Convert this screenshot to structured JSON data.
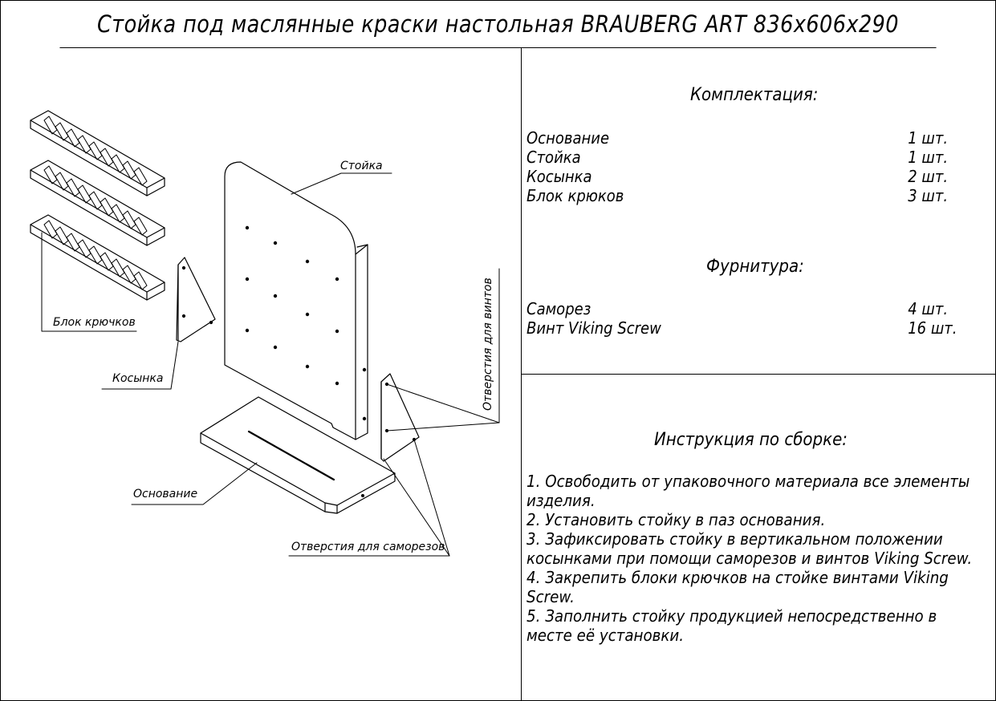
{
  "title": "Стойка под маслянные краски настольная BRAUBERG ART 836х606х290",
  "kit": {
    "heading": "Комплектация:",
    "items": [
      {
        "name": "Основание",
        "qty": "1 шт."
      },
      {
        "name": "Стойка",
        "qty": "1 шт."
      },
      {
        "name": "Косынка",
        "qty": "2 шт."
      },
      {
        "name": "Блок крюков",
        "qty": "3 шт."
      }
    ]
  },
  "hardware": {
    "heading": "Фурнитура:",
    "items": [
      {
        "name": "Саморез",
        "qty": "4 шт."
      },
      {
        "name": "Винт Viking Screw",
        "qty": "16 шт."
      }
    ]
  },
  "instructions": {
    "heading": "Инструкция по сборке:",
    "steps": [
      "1. Освободить от упаковочного материала все элементы изделия.",
      "2. Установить стойку в паз основания.",
      "3. Зафиксировать стойку в вертикальном положении косынками при помощи саморезов и винтов Viking Screw.",
      "4. Закрепить блоки крючков на стойке винтами Viking Screw.",
      "5. Заполнить стойку продукцией непосредственно в месте её установки."
    ]
  },
  "callouts": {
    "stand": "Стойка",
    "hook_block": "Блок крючков",
    "gusset": "Косынка",
    "base": "Основание",
    "screw_holes_vertical": "Отверстия для винтов",
    "self_tapping_holes": "Отверстия для саморезов"
  },
  "colors": {
    "line": "#000000",
    "background": "#ffffff"
  }
}
